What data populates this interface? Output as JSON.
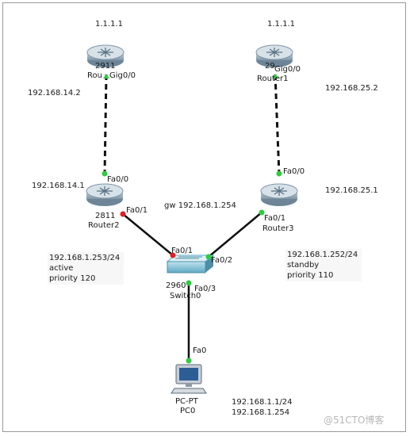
{
  "devices": {
    "router_left_top": {
      "ip": "1.1.1.1",
      "model": "2911",
      "name": "Rou",
      "port": "Gig0/0"
    },
    "router1": {
      "ip": "1.1.1.1",
      "model": "29",
      "name": "Router1",
      "port": "Gig0/0"
    },
    "router2": {
      "model": "2811",
      "name": "Router2",
      "port_up": "Fa0/0",
      "port_down": "Fa0/1"
    },
    "router3": {
      "model": "",
      "name": "Router3",
      "port_up": "Fa0/0",
      "port_down": "Fa0/1"
    },
    "switch0": {
      "model": "2960",
      "name": "Switch0",
      "port_left": "Fa0/1",
      "port_right": "Fa0/2",
      "port_down": "Fa0/3"
    },
    "pc0": {
      "model": "PC-PT",
      "name": "PC0",
      "port": "Fa0"
    }
  },
  "labels": {
    "ip_14_2": "192.168.14.2",
    "ip_25_2": "192.168.25.2",
    "ip_14_1": "192.168.14.1",
    "ip_25_1": "192.168.25.1",
    "gw": "gw 192.168.1.254"
  },
  "notes": {
    "left": [
      "192.168.1.253/24",
      "active",
      "priority 120"
    ],
    "right": [
      "192.168.1.252/24",
      "standby",
      "priority 110"
    ],
    "pc": [
      "192.168.1.1/24",
      "192.168.1.254"
    ]
  },
  "watermark": "@51CTO博客",
  "colors": {
    "port_up": "#2ecc40",
    "port_down": "#e02020",
    "router_body": "#9fb3c2",
    "link": "#111111"
  }
}
